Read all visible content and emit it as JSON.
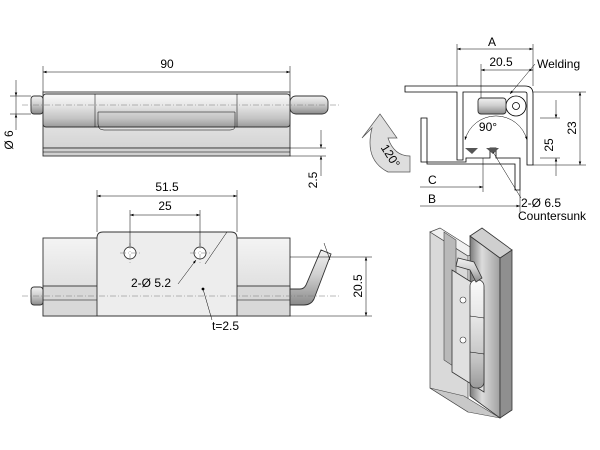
{
  "drawing": {
    "top_view": {
      "overall_length": "90",
      "pin_diameter": "Ø 6",
      "plate_thickness": "2.5"
    },
    "front_view": {
      "leaf_width": "51.5",
      "hole_spacing": "25",
      "holes_note": "2-Ø 5.2",
      "height": "20.5",
      "thickness_note": "t=2.5"
    },
    "side_view": {
      "dim_a": "A",
      "dim_a_inner": "20.5",
      "weld_note": "Welding",
      "height": "23",
      "offset": "25",
      "angle_open": "90°",
      "angle_rotate": "120°",
      "dim_c": "C",
      "dim_b": "B",
      "holes_note": "2-Ø 6.5",
      "countersink_note": "Countersunk"
    }
  },
  "colors": {
    "line": "#000000",
    "metal_light": "#e8e8e8",
    "metal_mid": "#c4c4c4",
    "metal_dark": "#8c8c8c",
    "rotate_arrow": "#dedede"
  }
}
